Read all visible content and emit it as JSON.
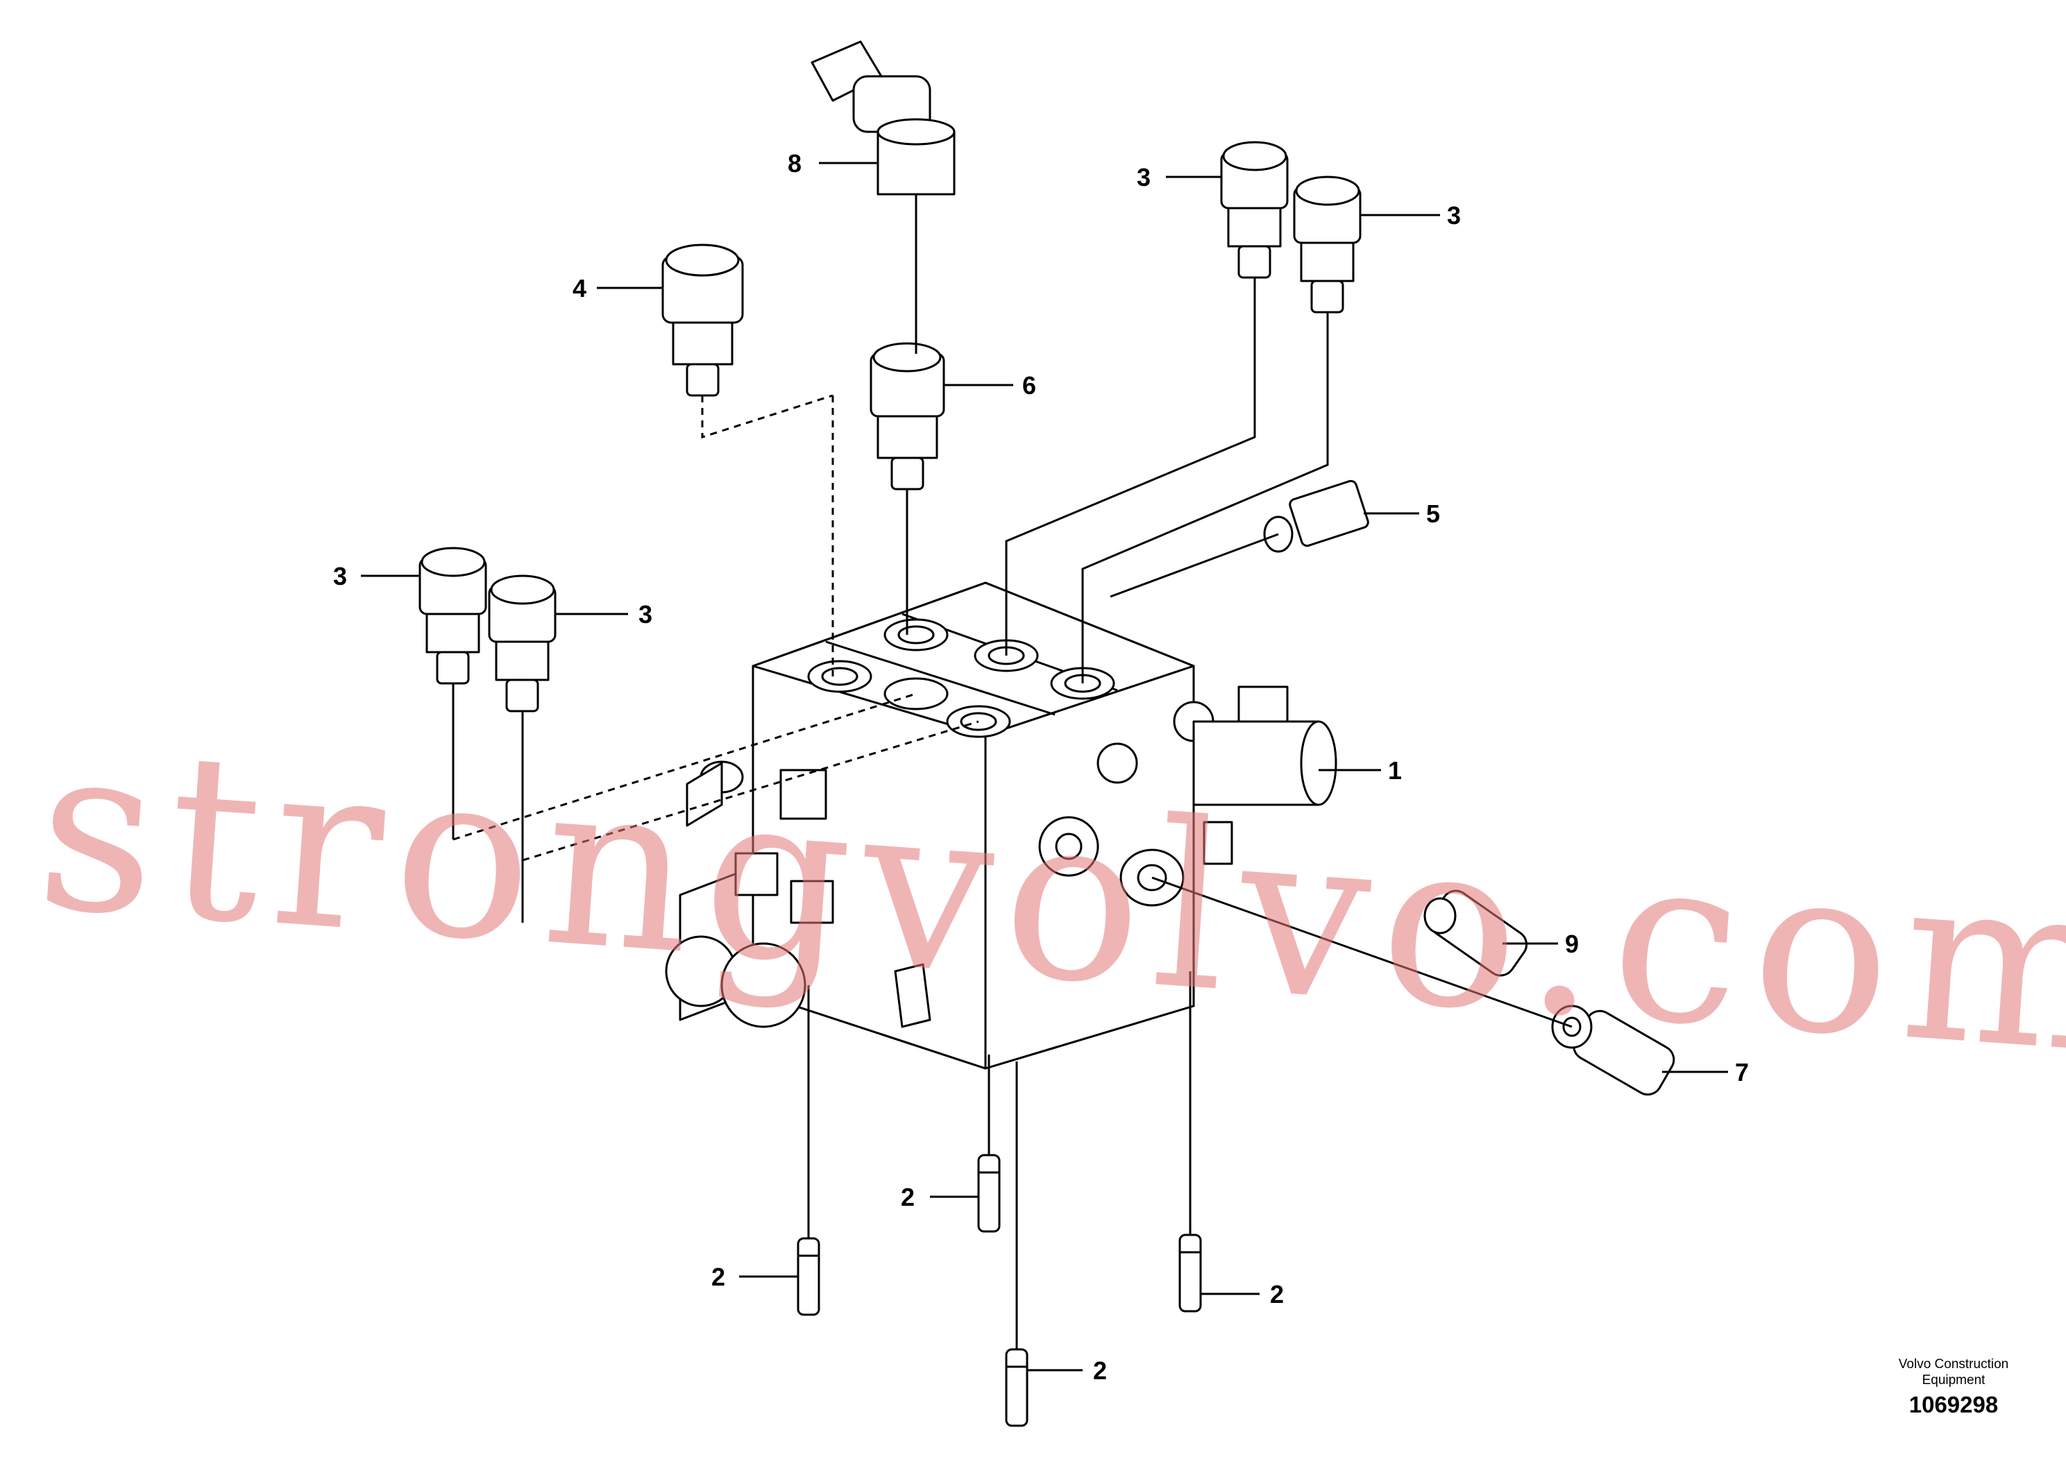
{
  "diagram": {
    "callouts": [
      {
        "id": "c1",
        "label": "1"
      },
      {
        "id": "c2a",
        "label": "2"
      },
      {
        "id": "c2b",
        "label": "2"
      },
      {
        "id": "c2c",
        "label": "2"
      },
      {
        "id": "c2d",
        "label": "2"
      },
      {
        "id": "c3a",
        "label": "3"
      },
      {
        "id": "c3b",
        "label": "3"
      },
      {
        "id": "c3c",
        "label": "3"
      },
      {
        "id": "c3d",
        "label": "3"
      },
      {
        "id": "c4",
        "label": "4"
      },
      {
        "id": "c5",
        "label": "5"
      },
      {
        "id": "c6",
        "label": "6"
      },
      {
        "id": "c7",
        "label": "7"
      },
      {
        "id": "c8",
        "label": "8"
      },
      {
        "id": "c9",
        "label": "9"
      }
    ]
  },
  "watermark": "strongvolvo.com",
  "credit": {
    "company": "Volvo Construction Equipment",
    "drawing_number": "1069298"
  }
}
